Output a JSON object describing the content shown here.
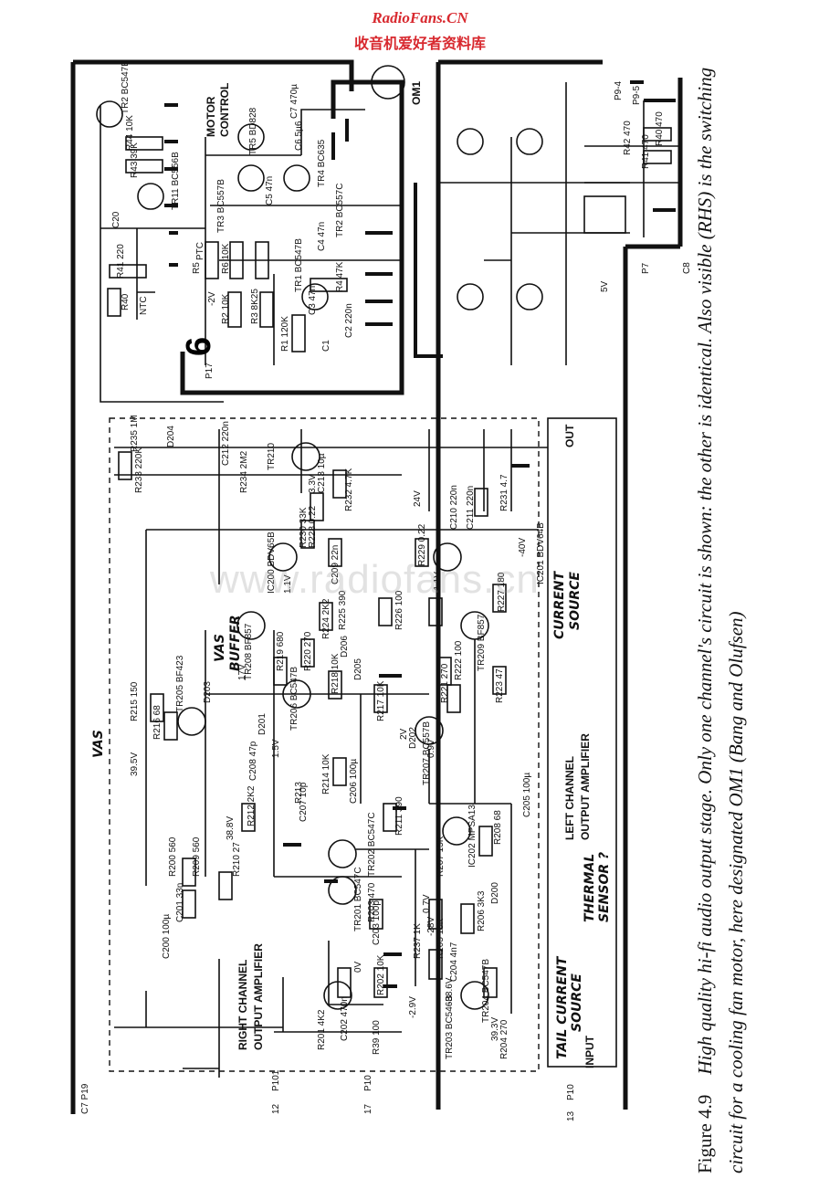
{
  "watermark": {
    "site": "RadioFans.CN",
    "site_cn": "收音机爱好者资料库",
    "center": "www.radiofans.cn"
  },
  "caption": {
    "figure_number": "Figure 4.9",
    "text": "High quality hi-fi audio output stage. Only one channel's circuit is shown: the other is identical. Also visible (RHS) is the switching circuit for a cooling fan motor, here designated OM1 (Bang and Olufsen)"
  },
  "labels": {
    "right_channel_1": "RIGHT CHANNEL",
    "right_channel_2": "OUTPUT AMPLIFIER",
    "left_channel_1": "LEFT CHANNEL",
    "left_channel_2": "OUTPUT AMPLIFIER",
    "tail_current_source_1": "TAIL CURRENT",
    "tail_current_source_2": "SOURCE",
    "input": "INPUT",
    "out": "OUT",
    "vas": "VAS",
    "vas_buffer_1": "VAS",
    "vas_buffer_2": "BUFFER",
    "current_source_1": "CURRENT",
    "current_source_2": "SOURCE",
    "thermal_sensor_1": "THERMAL",
    "thermal_sensor_2": "SENSOR ?",
    "motor_control_1": "MOTOR",
    "motor_control_2": "CONTROL",
    "om1": "OM1",
    "big_number": "6",
    "ntc": "NTC",
    "ptc": "PTC"
  },
  "connectors": {
    "p101": "P101",
    "p101_pin": "12",
    "p10_a": "P10",
    "p10_a_pin": "17",
    "p10_b": "P10",
    "p10_b_pin": "13",
    "c7_p19": "C7 P19",
    "p17": "P17",
    "p9_4": "P9-4",
    "p9_5": "P9-5"
  },
  "components": {
    "r201": "R201 4K2",
    "c202": "C202 470n",
    "r202": "R202 10K",
    "c203": "C203 100p",
    "r203": "R203 470",
    "r39": "R39 100",
    "tr203": "TR203 BC546B",
    "tr204": "TR204 BC547B",
    "c204": "C204 4n7",
    "r204": "R204 270",
    "r237": "R237 1K",
    "r205": "R205 15K",
    "tr201": "TR201 BC547C",
    "tr202": "TR202 BC547C",
    "r207": "R207 15K",
    "r206": "R206 3K3",
    "d200": "D200",
    "ic202": "IC202 MPSA13",
    "c200": "C200 100µ",
    "c201": "C201 33n",
    "r209": "R209 560",
    "r200": "R200 560",
    "r210": "R210 27",
    "r211": "R211 390",
    "r208": "R208 68",
    "c205": "C205 100µ",
    "c206": "C206 100µ",
    "c207": "C207 10p",
    "r212": "R212 2K2",
    "c208": "C208 47p",
    "r213": "R213",
    "r214": "R214 10K",
    "r215": "R215 150",
    "r216": "R216 68",
    "tr205": "TR205 BF423",
    "d201": "D201",
    "d203": "D203",
    "tr206": "TR206 BC547B",
    "tr207": "TR207 BC557B",
    "r217": "R217 10K",
    "r218": "R218 10K",
    "r219": "R219 680",
    "r220": "R220 270",
    "r221": "R221 270",
    "r222": "R222 100",
    "r223": "R223 47",
    "tr208": "TR208 BF857",
    "tr209": "TR209 BF857",
    "r224": "R224 2K2",
    "r225": "R225 390",
    "r226": "R226 100",
    "d202": "D202",
    "d204": "D204",
    "d205": "D205",
    "d206": "D206",
    "ic200": "IC200 BDV65B",
    "ic201": "IC201 BDV64B",
    "r227": "R227 180",
    "c209": "C209 22n",
    "r228": "R228 0.22",
    "r229": "R229 0.22",
    "r230": "R230 33K",
    "r231": "R231 4.7",
    "r232": "R232 4.7K",
    "c210": "C210 220n",
    "c211": "C211 220n",
    "c212": "C212 220n",
    "c213": "C213 10µ",
    "r233": "R233 220K",
    "r234": "R234 2M2",
    "r235": "R235 1M",
    "tr210": "TR210",
    "c8": "C8",
    "p7": "P7"
  },
  "motor_components": {
    "r1": "R1 120K",
    "r2": "R2 10K",
    "r3": "R3 8K25",
    "r4": "R4 47K",
    "r5": "R5",
    "r6": "R6 10K",
    "c1": "C1",
    "c2": "C2 220n",
    "c3": "C3 47n",
    "c4": "C4 47n",
    "c5": "C5 47n",
    "c6": "C6 5µ6",
    "c7": "C7 470µ",
    "tr1": "TR1 BC547B",
    "tr2": "TR2 BC557C",
    "tr3": "TR3 BC557B",
    "tr4": "TR4 BC635",
    "tr5": "TR5 BD828",
    "r40": "R40 470",
    "r41": "R41 470",
    "r42": "R42 470",
    "r43": "R43 39K",
    "r44": "R44 10K",
    "tr11": "TR11 BC556B",
    "tr2b": "TR2 BC547B",
    "r40b": "R40",
    "r41b": "R41 220",
    "c20": "C20"
  },
  "voltages": {
    "v0": "0V",
    "v0_7": "0.7V",
    "v28": "-28V",
    "v2_9": "-2.9V",
    "v39": "39.3V",
    "v38_6": "-38.6V",
    "v38_8": "38.8V",
    "v39_5": "39.5V",
    "v1_5": "1.5V",
    "v17": "17V",
    "v1_1": "1.1V",
    "vn1_1": "-1.1V",
    "v0_9": "0.9V",
    "v40": "-40V",
    "v2": "2V",
    "v0_5": "0.5V",
    "v3_3": "3.3V",
    "v24": "24V",
    "vm2": "-2V",
    "v5": "5V"
  }
}
